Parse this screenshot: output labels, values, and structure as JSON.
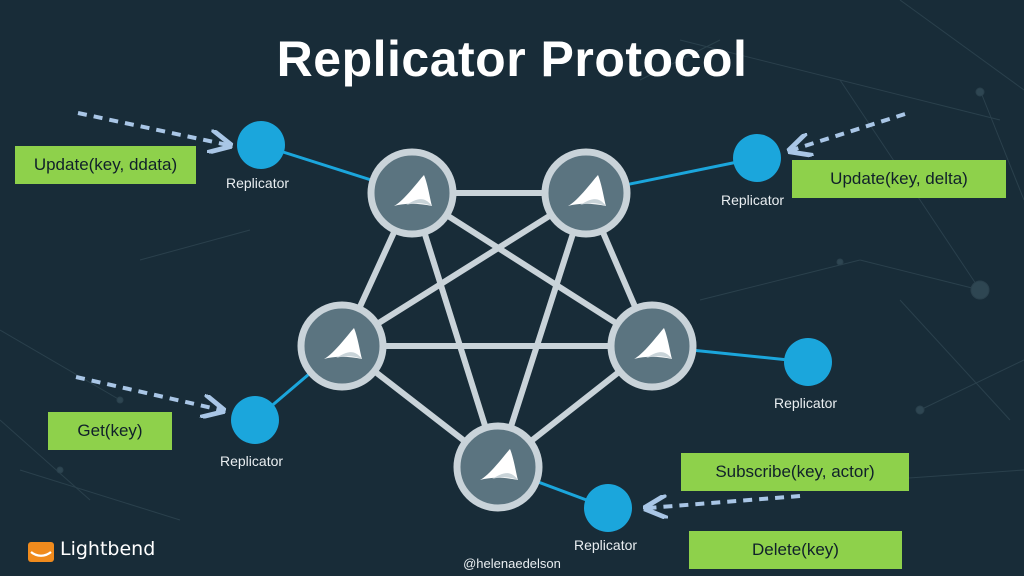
{
  "title": "Replicator Protocol",
  "replicator_label": "Replicator",
  "replicators": [
    {
      "label": "Replicator"
    },
    {
      "label": "Replicator"
    },
    {
      "label": "Replicator"
    },
    {
      "label": "Replicator"
    },
    {
      "label": "Replicator"
    }
  ],
  "commands": {
    "update_ddata": "Update(key, ddata)",
    "update_delta": "Update(key, delta)",
    "get": "Get(key)",
    "subscribe": "Subscribe(key, actor)",
    "delete": "Delete(key)"
  },
  "footer": {
    "brand": "Lightbend",
    "handle": "@helenaedelson"
  },
  "colors": {
    "background": "#182c38",
    "replicator_dot": "#1ba6dc",
    "command_box": "#8ed14b",
    "node_fill": "#5b7480",
    "node_ring": "#c9d3d9",
    "arrow": "#a9c6e6",
    "logo_orange": "#f08b1d"
  }
}
